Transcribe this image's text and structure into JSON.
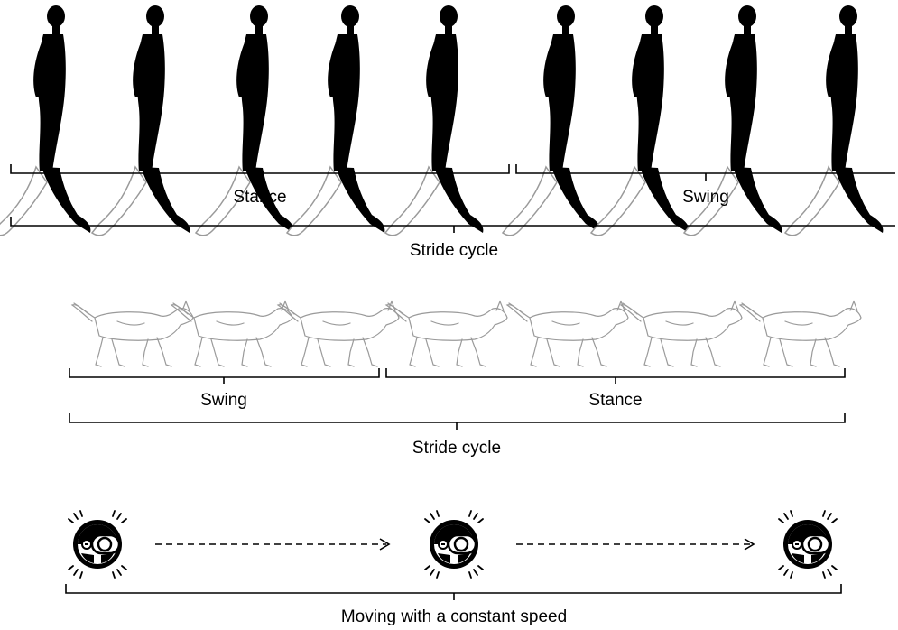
{
  "human": {
    "stance_label": "Stance",
    "swing_label": "Swing",
    "cycle_label": "Stride cycle",
    "figure_count": 9
  },
  "dog": {
    "swing_label": "Swing",
    "stance_label": "Stance",
    "cycle_label": "Stride cycle",
    "figure_count": 7
  },
  "robot": {
    "caption": "Moving with a constant speed",
    "unit_count": 3
  },
  "colors": {
    "ink": "#000000",
    "sketch": "#9a9a9a",
    "background": "#ffffff"
  }
}
